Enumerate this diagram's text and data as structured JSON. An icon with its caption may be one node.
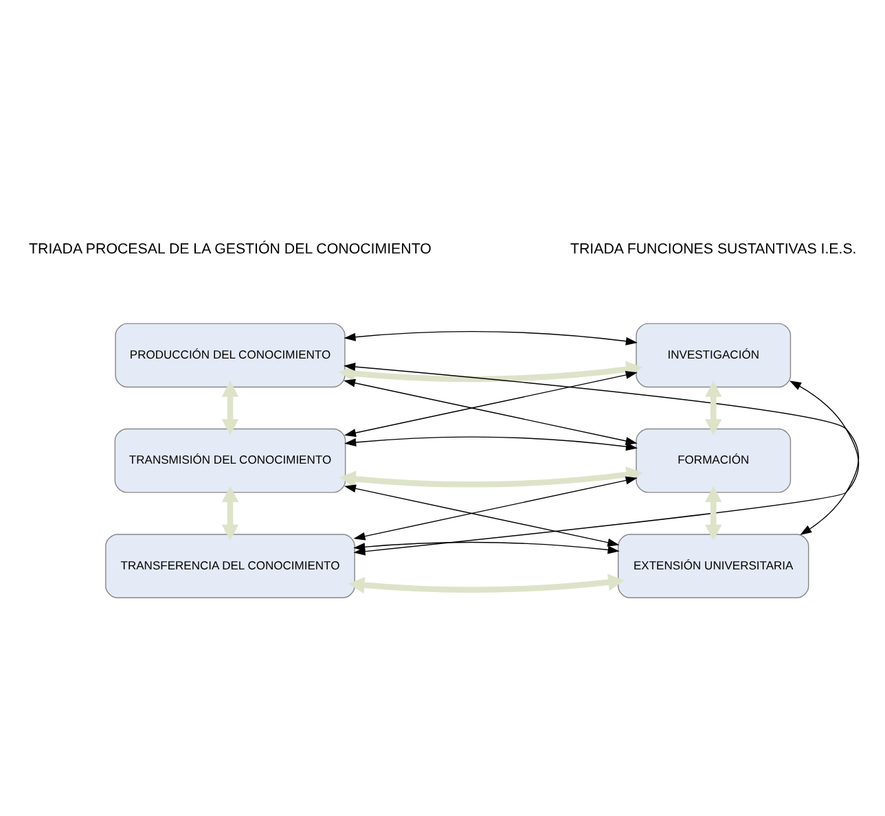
{
  "diagram": {
    "nodes": [
      {
        "text": [
          "PRODUCCIÓN DEL CONOCIMIENTO"
        ]
      },
      {
        "text": [
          "TRANSMISIÓN DEL CONOCIMIENTO"
        ]
      },
      {
        "text": [
          "TRANSFERENCIA DEL CONOCIMIENTO"
        ]
      },
      {
        "text": [
          "INVESTIGACIÓN"
        ]
      },
      {
        "text": [
          "FORMACIÓN"
        ]
      },
      {
        "text": [
          "EXTENSIÓN UNIVERSITARIA"
        ]
      }
    ],
    "edges": [
      {
        "from": 0,
        "to": 3,
        "arrow": "both",
        "style": "thick",
        "color": "#dde3c8"
      },
      {
        "from": 1,
        "to": 4,
        "arrow": "both",
        "style": "thick",
        "color": "#dde3c8"
      },
      {
        "from": 2,
        "to": 5,
        "arrow": "both",
        "style": "thick",
        "color": "#dde3c8"
      },
      {
        "from": 0,
        "to": 1,
        "arrow": "both",
        "style": "thick",
        "color": "#dde3c8"
      },
      {
        "from": 1,
        "to": 2,
        "arrow": "both",
        "style": "thick",
        "color": "#dde3c8"
      },
      {
        "from": 3,
        "to": 4,
        "arrow": "both",
        "style": "thick",
        "color": "#dde3c8"
      },
      {
        "from": 4,
        "to": 5,
        "arrow": "both",
        "style": "thick",
        "color": "#dde3c8"
      },
      {
        "from": 0,
        "to": 3,
        "arrow": "both"
      },
      {
        "from": 0,
        "to": 4,
        "arrow": "both"
      },
      {
        "from": 0,
        "to": 5,
        "arrow": "both"
      },
      {
        "from": 1,
        "to": 3,
        "arrow": "both"
      },
      {
        "from": 1,
        "to": 4,
        "arrow": "both"
      },
      {
        "from": 1,
        "to": 5,
        "arrow": "both"
      },
      {
        "from": 2,
        "to": 3,
        "arrow": "both"
      },
      {
        "from": 2,
        "to": 4,
        "arrow": "both"
      },
      {
        "from": 2,
        "to": 5,
        "arrow": "both"
      }
    ],
    "labels": [
      "TRIADA PROCESAL DE LA GESTIÓN DEL CONOCIMIENTO",
      "TRIADA FUNCIONES SUSTANTIVAS I.E.S."
    ]
  }
}
